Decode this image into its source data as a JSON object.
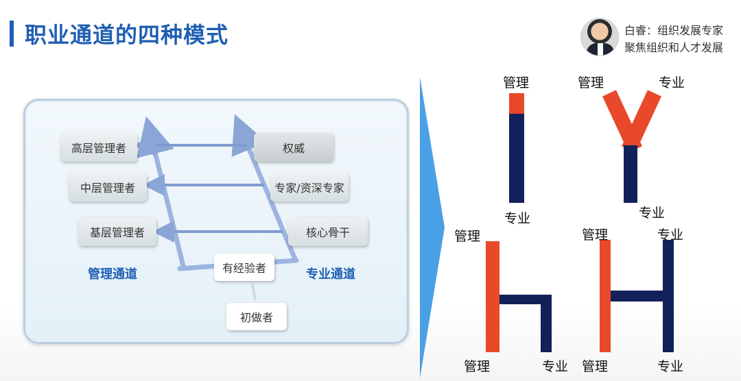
{
  "title": "职业通道的四种模式",
  "author": {
    "name": "白睿：组织发展专家",
    "role": "聚焦组织和人才发展"
  },
  "left_diagram": {
    "management_levels": [
      "高层管理者",
      "中层管理者",
      "基层管理者"
    ],
    "professional_levels": [
      "权威",
      "专家/资深专家",
      "核心骨干"
    ],
    "management_track": "管理通道",
    "professional_track": "专业通道",
    "experienced": "有经验者",
    "beginner": "初做者"
  },
  "models": {
    "I": {
      "top": "管理",
      "bottom": "专业"
    },
    "Y": {
      "left": "管理",
      "right": "专业",
      "bottom": "专业"
    },
    "h": {
      "top": "管理",
      "bottom_left": "管理",
      "bottom_right": "专业"
    },
    "H": {
      "top_left": "管理",
      "top_right": "专业",
      "bottom_left": "管理",
      "bottom_right": "专业"
    }
  },
  "colors": {
    "management": "#e8492b",
    "professional": "#12215a",
    "accent": "#1f5fb3",
    "arrow": "#4aa0e6"
  }
}
